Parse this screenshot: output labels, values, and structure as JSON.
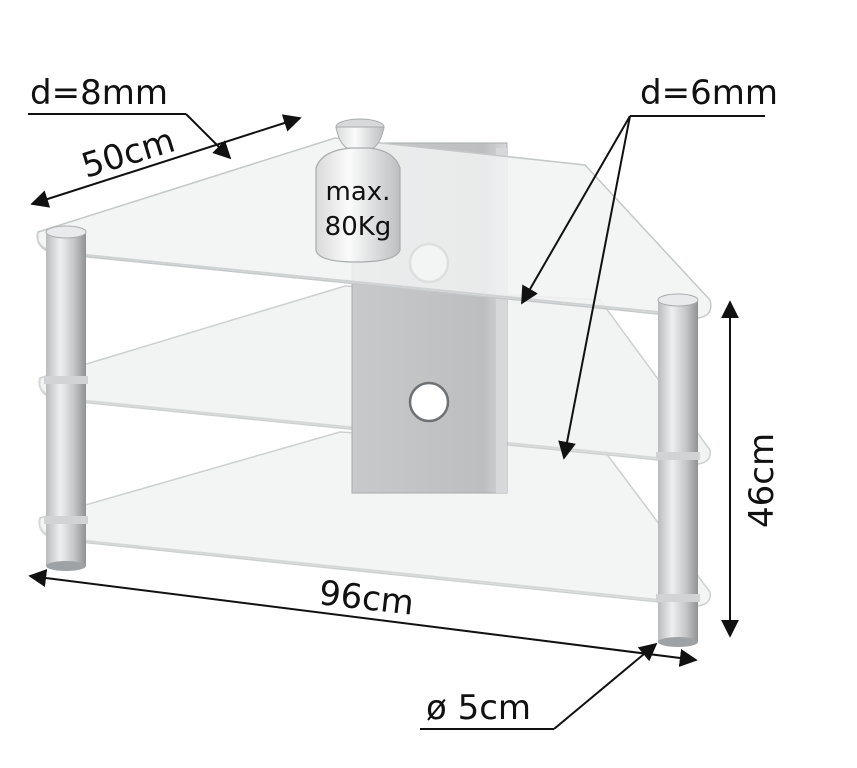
{
  "labels": {
    "glass_top_thickness": "d=8mm",
    "glass_shelf_thickness": "d=6mm",
    "depth": "50cm",
    "width": "96cm",
    "height": "46cm",
    "leg_diameter": "ø 5cm",
    "max_load_line1": "max.",
    "max_load_line2": "80Kg"
  },
  "colors": {
    "glass_fill": "#f2f3f3",
    "glass_edge": "#c9cccc",
    "leg_light": "#e6e7e8",
    "leg_dark": "#9a9d9f",
    "panel_fill": "#bfc1c2",
    "panel_edge": "#a7aaab",
    "line": "#111111"
  }
}
